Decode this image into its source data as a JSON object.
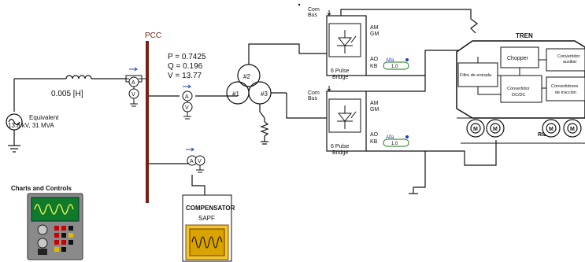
{
  "source": {
    "label": "Equivalent",
    "rating": "13.8 kV, 31 MVA"
  },
  "line": {
    "inductance": "0.005 [H]"
  },
  "pcc": {
    "label": "PCC"
  },
  "power": {
    "p": "P = 0.7425",
    "q": "Q = 0.196",
    "v": "V = 13.77"
  },
  "meters": {
    "amm": "A",
    "volt": "V"
  },
  "transformer": {
    "w1": "#1",
    "w2": "#2",
    "w3": "#3"
  },
  "bridge": {
    "com": "Com",
    "bus": "Bus",
    "am": "AM",
    "gm": "GM",
    "ao": "AO",
    "kb": "KB",
    "alpha": "Alfa",
    "value": "1.0",
    "pulse": "6 Pulse",
    "bridge_word": "Bridge"
  },
  "tren": {
    "title": "TREN",
    "chopper": "Chopper",
    "filtro": "Filtro de entrada",
    "conv_aux": [
      "Convertidor",
      "auxiliar"
    ],
    "conv_dcdc": [
      "Convertidor",
      "DC/DC"
    ],
    "conv_tr": [
      "Convertidores",
      "de tracción"
    ],
    "riel": "RIEL",
    "motor": "M"
  },
  "charts": {
    "label": "Charts and Controls"
  },
  "compensator": {
    "title": "COMPENSATOR",
    "sub": "SAPF"
  }
}
